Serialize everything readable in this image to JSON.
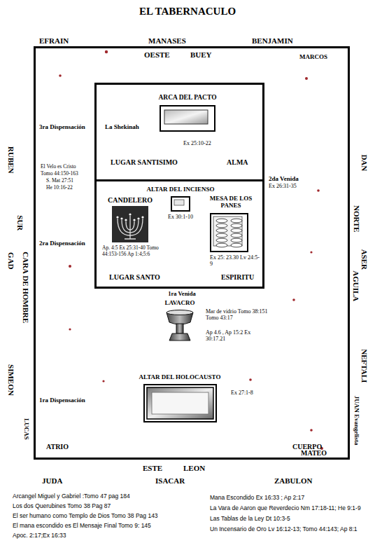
{
  "diagram": {
    "title": "EL TABERNACULO",
    "nodes": [
      {
        "text": [
          "ATRIO",
          "CUERPO"
        ]
      },
      {
        "text": [
          "La Shekinah",
          "LUGAR SANTISIMO",
          "ALMA"
        ],
        "in": 0
      },
      {
        "text": [
          "LUGAR SANTO",
          "ESPIRITU"
        ],
        "in": 0
      },
      {
        "text": [
          "ARCA DEL PACTO",
          "Ex 25:10-22"
        ],
        "in": 1
      },
      {
        "text": [
          "ALTAR DEL INCIENSO",
          "Ex 30:1-10"
        ],
        "in": 2
      },
      {
        "text": [
          "CANDELERO",
          "Ap. 4:5 Ex 25:31-40 Tomo 44:153-156 Ap 1:4;5:6"
        ],
        "in": 2
      },
      {
        "text": [
          "MESA DE LOS PANES",
          "Ex 25: 23.30 Lv 24:5-9"
        ],
        "in": 2
      },
      {
        "text": [
          "LAVACRO",
          "Mar de vidrio Tomo 38:151 Tomo 43:17",
          "Ap 4.6 , Ap 15:2 Ex 30:17.21"
        ],
        "in": 0
      },
      {
        "text": [
          "ALTAR DEL HOLOCAUSTO",
          "Ex 27:1-8"
        ],
        "in": 0
      }
    ],
    "edges": [],
    "labels": [
      "EFRAIN",
      "MANASES",
      "BENJAMIN",
      "OESTE",
      "BUEY",
      "MARCOS",
      "3ra Dispensación",
      "El Velo es Cristo",
      "Tomo 44:150-163",
      "S. Mat 27:51",
      "He 10:16-22",
      "2da Venida",
      "Ex 26:31-35",
      "RUBEN",
      "SUR",
      "2ra Dispensación",
      "GAD",
      "CARA DE HOMBRE",
      "DAN",
      "NORTE",
      "ASER",
      "AGUILA",
      "1ra Venida",
      "NEFTALI",
      "1ra Dispensación",
      "SIMEON",
      "JUAN Evangelista",
      "LUCAS",
      "MATEO",
      "ESTE",
      "LEON",
      "JUDA",
      "ISACAR",
      "ZABULON",
      "Arcangel Miguel y Gabriel :Tomo 47 pag 184",
      "Los dos Querubines Tomo 38 Pag 87",
      "El ser humano como Templo de Dios Tomo 38 Pag 143",
      "El mana escondido es El Mensaje Final Tomo 9: 145",
      "Apoc. 2:17;Ex 16:33",
      "Mana Escondido Ex 16:33 ; Ap 2:17",
      "La Vara de Aaron que Reverdecio Nm 17:18-11; He 9:1-9",
      "Las Tablas de la Ley Dt 10:3-5",
      "Un Incensario de Oro Lv 16:12-13; Tomo 44:143; Ap 8:1"
    ]
  }
}
